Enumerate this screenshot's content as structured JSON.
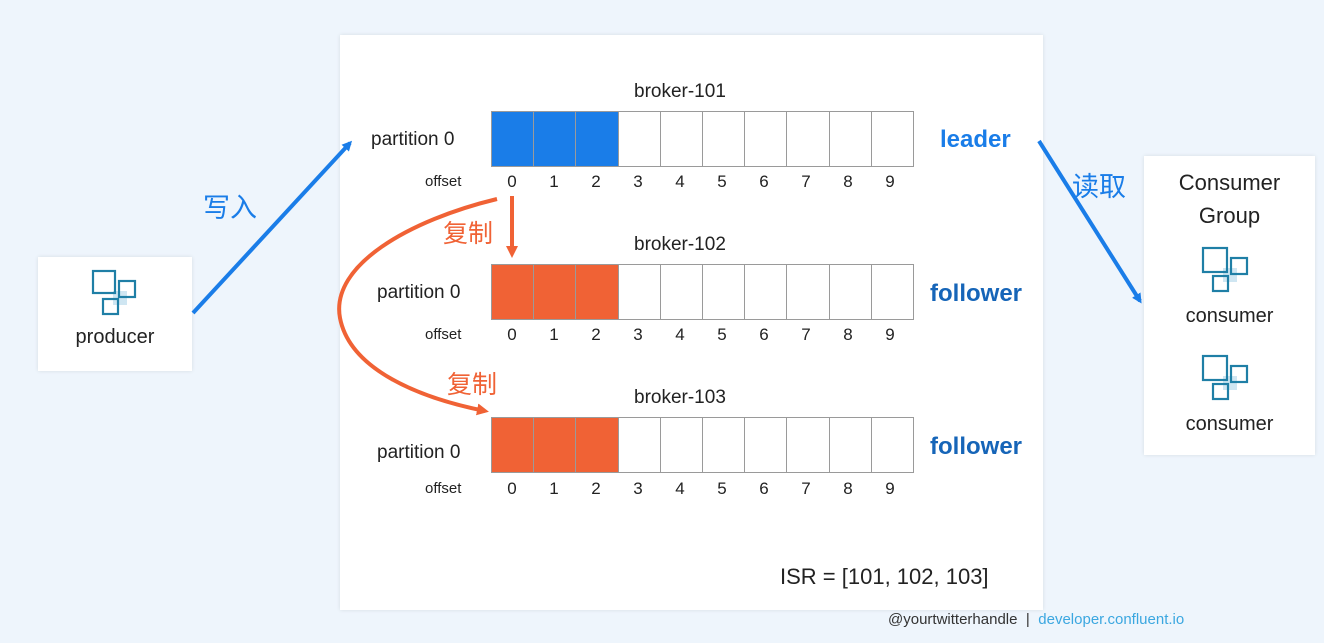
{
  "colors": {
    "leader_fill": "#1a7de8",
    "follower_fill": "#f06235",
    "leader_text": "#1a7de8",
    "follower_text": "#1665b8",
    "write_arrow": "#1a7de8",
    "copy_arrow": "#f06235",
    "icon_dark": "#1f7fa6",
    "icon_light": "#cfe6f2"
  },
  "producer": {
    "label": "producer"
  },
  "write_label": "写入",
  "read_label": "读取",
  "copy_label_1": "复制",
  "copy_label_2": "复制",
  "consumer_group": {
    "title": "Consumer\nGroup",
    "consumers": [
      {
        "label": "consumer"
      },
      {
        "label": "consumer"
      }
    ]
  },
  "brokers": [
    {
      "name": "broker-101",
      "partition": "partition 0",
      "offset_label": "offset",
      "role": "leader",
      "filled": 3,
      "offsets": [
        "0",
        "1",
        "2",
        "3",
        "4",
        "5",
        "6",
        "7",
        "8",
        "9"
      ]
    },
    {
      "name": "broker-102",
      "partition": "partition 0",
      "offset_label": "offset",
      "role": "follower",
      "filled": 3,
      "offsets": [
        "0",
        "1",
        "2",
        "3",
        "4",
        "5",
        "6",
        "7",
        "8",
        "9"
      ]
    },
    {
      "name": "broker-103",
      "partition": "partition 0",
      "offset_label": "offset",
      "role": "follower",
      "filled": 3,
      "offsets": [
        "0",
        "1",
        "2",
        "3",
        "4",
        "5",
        "6",
        "7",
        "8",
        "9"
      ]
    }
  ],
  "isr": "ISR = [101, 102, 103]",
  "footer": {
    "handle": "@yourtwitterhandle",
    "separator": "|",
    "site": "developer.confluent.io"
  }
}
